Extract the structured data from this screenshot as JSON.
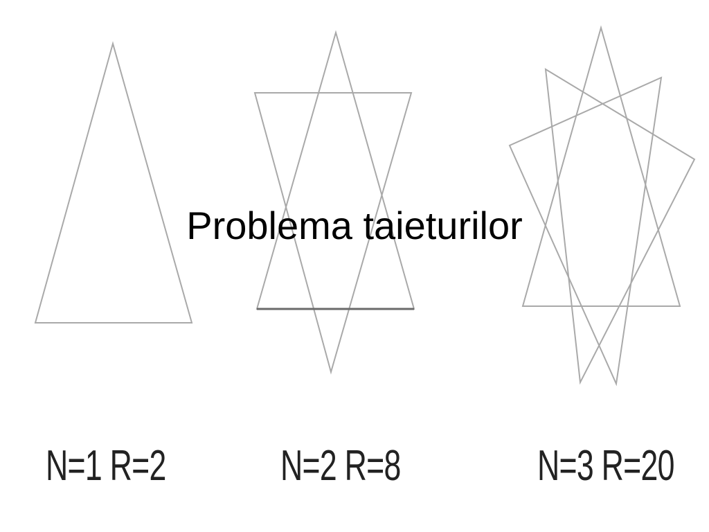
{
  "slide": {
    "title": "Problema taieturilor"
  },
  "figures": [
    {
      "label": "N=1 R=2",
      "n": 1,
      "r": 2
    },
    {
      "label": "N=2 R=8",
      "n": 2,
      "r": 8
    },
    {
      "label": "N=3 R=20",
      "n": 3,
      "r": 20
    }
  ]
}
